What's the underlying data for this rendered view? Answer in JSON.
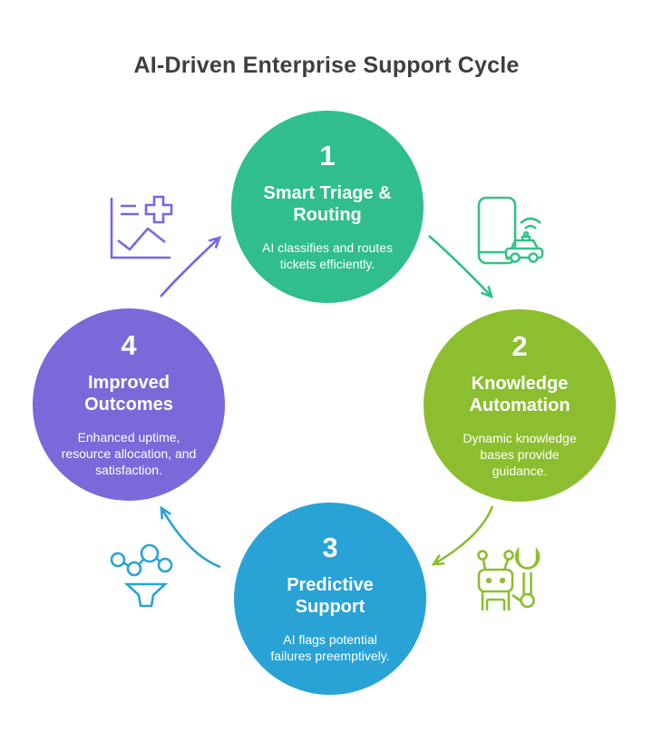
{
  "title": "AI-Driven Enterprise Support Cycle",
  "colors": {
    "title_text": "#3e3e3e",
    "step_text": "#ffffff",
    "step1_green": "#2fbe8c",
    "step2_lime": "#8cbe2f",
    "step3_blue": "#29a3d6",
    "step4_purple": "#7b68d9",
    "arrow1": "#2fbe8c",
    "arrow2": "#8cbe2f",
    "arrow3": "#29a3d6",
    "arrow4": "#7c63e8",
    "icon_chart_plus": "#7c63e8",
    "icon_phone_car": "#35c286",
    "icon_robot_wrench": "#8cbe2f",
    "icon_network_funnel": "#29a3d6"
  },
  "steps": [
    {
      "number": "1",
      "title": "Smart Triage & Routing",
      "description": "AI classifies and routes tickets efficiently."
    },
    {
      "number": "2",
      "title": "Knowledge Automation",
      "description": "Dynamic knowledge bases provide guidance."
    },
    {
      "number": "3",
      "title": "Predictive Support",
      "description": "AI flags potential failures preemptively."
    },
    {
      "number": "4",
      "title": "Improved Outcomes",
      "description": "Enhanced uptime, resource allocation, and satisfaction."
    }
  ],
  "icons": [
    {
      "name": "chart-plus-icon"
    },
    {
      "name": "phone-car-icon"
    },
    {
      "name": "robot-wrench-icon"
    },
    {
      "name": "network-funnel-icon"
    }
  ]
}
